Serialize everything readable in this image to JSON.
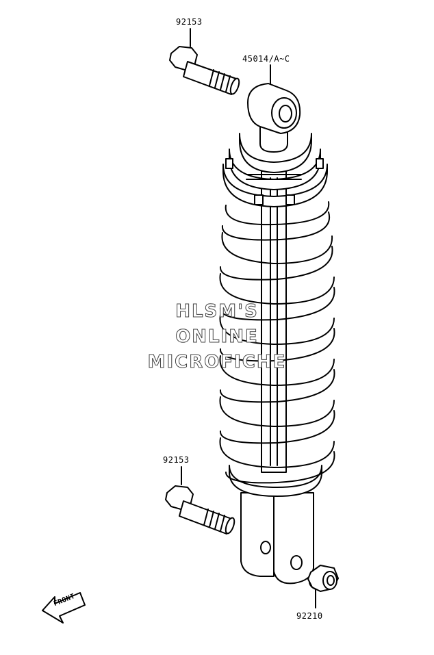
{
  "diagram": {
    "labels": {
      "bolt_upper": "92153",
      "shock_unit": "45014/A~C",
      "bolt_lower": "92153",
      "nut": "92210"
    },
    "watermark": {
      "line1": "HLSM'S",
      "line2": "ONLINE",
      "line3": "MICROFICHE"
    },
    "front_arrow_label": "FRONT"
  }
}
